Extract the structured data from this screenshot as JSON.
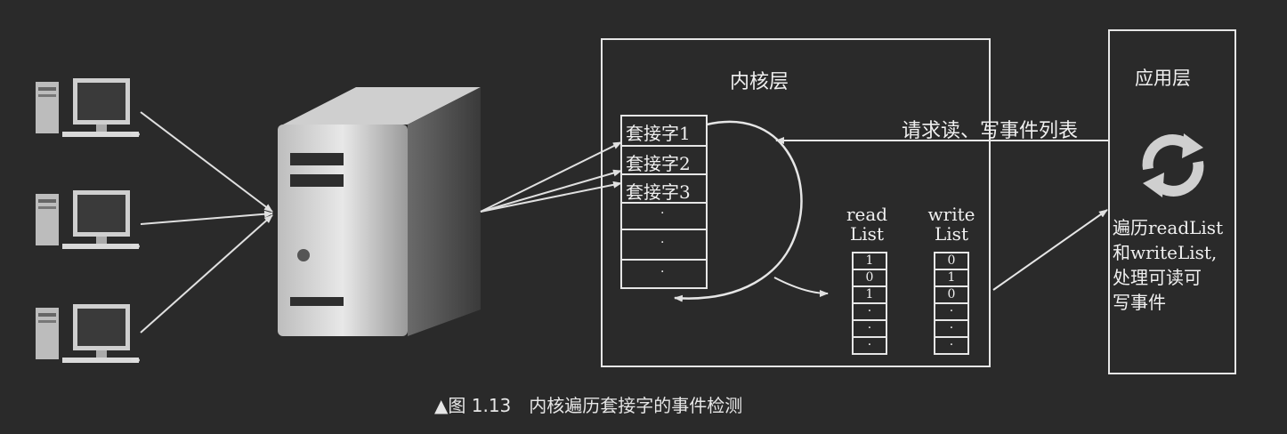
{
  "kernel_layer": {
    "title": "内核层"
  },
  "app_layer": {
    "title": "应用层",
    "description": [
      "遍历readList",
      "和writeList,",
      "处理可读可",
      "写事件"
    ]
  },
  "request_label": "请求读、写事件列表",
  "sockets": [
    "套接字1",
    "套接字2",
    "套接字3"
  ],
  "socket_ellipsis": [
    "·",
    "·",
    "·"
  ],
  "read_list": {
    "label_lines": [
      "read",
      "List"
    ],
    "values": [
      "1",
      "0",
      "1",
      "·",
      "·",
      "·"
    ]
  },
  "write_list": {
    "label_lines": [
      "write",
      "List"
    ],
    "values": [
      "0",
      "1",
      "0",
      "·",
      "·",
      "·"
    ]
  },
  "caption": "▲图 1.13　内核遍历套接字的事件检测",
  "icons": {
    "clients": "desktop-computer-icon",
    "server": "server-tower-icon",
    "refresh": "refresh-cycle-icon"
  }
}
